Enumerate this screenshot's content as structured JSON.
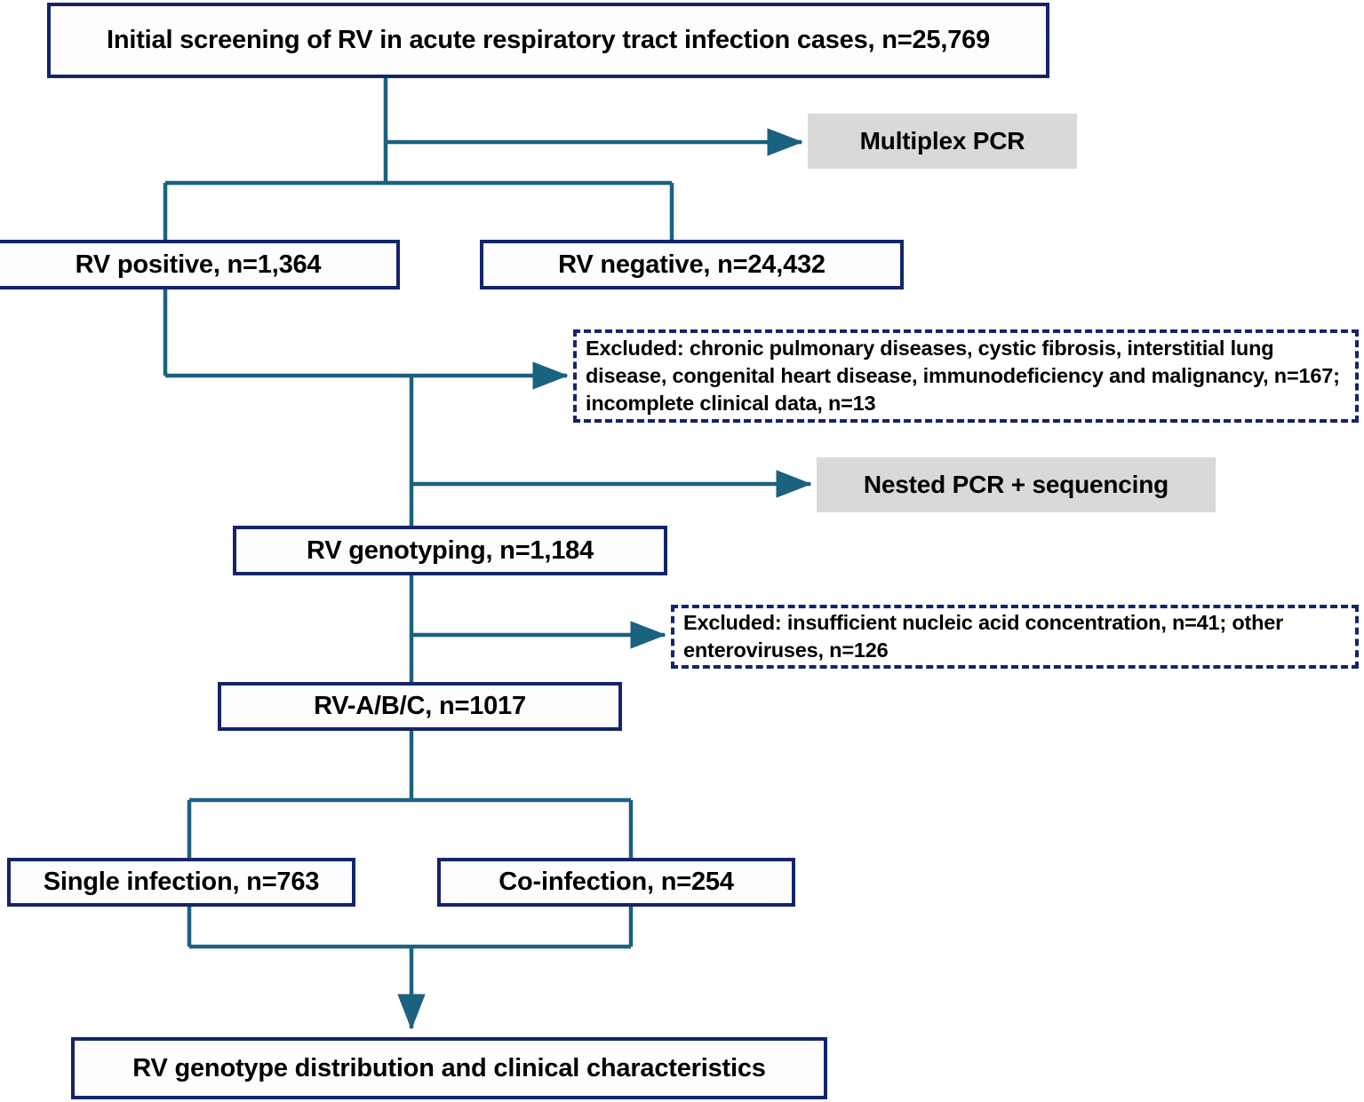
{
  "diagram": {
    "type": "flowchart",
    "title": "RV study enrollment flow",
    "colors": {
      "box_border": "#14246b",
      "connector": "#1b6180",
      "process_fill": "#d9d9d9",
      "box_fill": "#fdfdfd",
      "text": "#000000"
    },
    "nodes": {
      "initial_screening": {
        "label": "Initial screening of RV in acute respiratory tract infection cases, n=25,769",
        "kind": "solid-box"
      },
      "multiplex_pcr": {
        "label": "Multiplex PCR",
        "kind": "process-grey"
      },
      "rv_positive": {
        "label": "RV positive, n=1,364",
        "kind": "solid-box"
      },
      "rv_negative": {
        "label": "RV negative, n=24,432",
        "kind": "solid-box"
      },
      "excluded_clinical": {
        "label": "Excluded: chronic pulmonary diseases, cystic fibrosis, interstitial lung disease, congenital heart disease, immunodeficiency and malignancy, n=167; incomplete clinical data, n=13",
        "kind": "dashed-box"
      },
      "nested_pcr": {
        "label": "Nested PCR + sequencing",
        "kind": "process-grey"
      },
      "rv_genotyping": {
        "label": "RV genotyping, n=1,184",
        "kind": "solid-box"
      },
      "excluded_lab": {
        "label": "Excluded: insufficient nucleic acid concentration, n=41; other enteroviruses, n=126",
        "kind": "dashed-box"
      },
      "rv_abc": {
        "label": "RV-A/B/C, n=1017",
        "kind": "solid-box"
      },
      "single_infection": {
        "label": "Single infection, n=763",
        "kind": "solid-box"
      },
      "co_infection": {
        "label": "Co-infection, n=254",
        "kind": "solid-box"
      },
      "outcome": {
        "label": "RV genotype distribution and clinical characteristics",
        "kind": "solid-box"
      }
    }
  }
}
